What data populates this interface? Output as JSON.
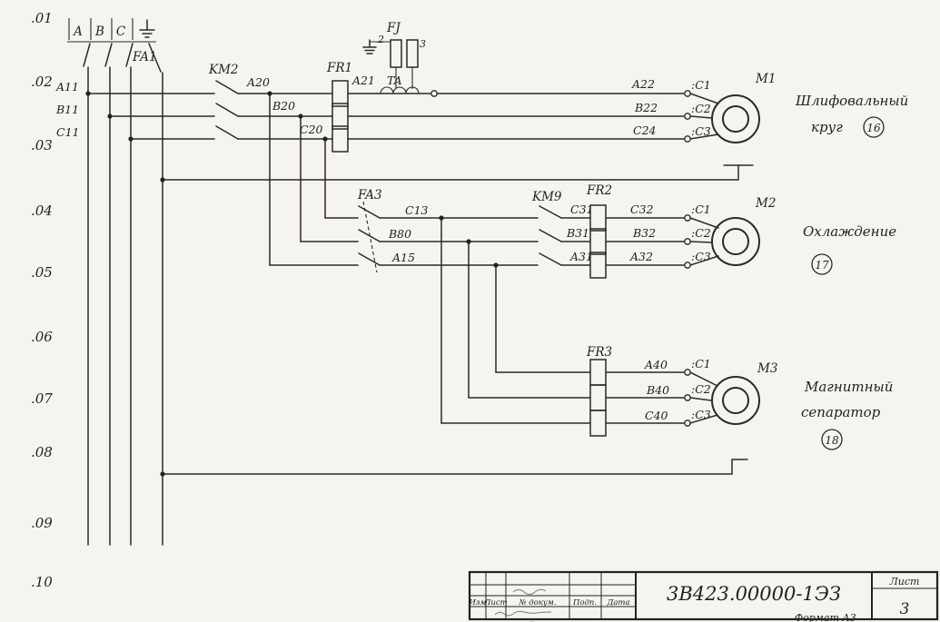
{
  "margin_rows": [
    ".01",
    ".02",
    ".03",
    ".04",
    ".05",
    ".06",
    ".07",
    ".08",
    ".09",
    ".10"
  ],
  "incoming": {
    "phase_a": "A",
    "phase_b": "B",
    "phase_c": "C",
    "breaker": "FA1"
  },
  "branch1": {
    "contactor": "KM2",
    "thermal": "FR1",
    "fuse": "FJ",
    "pin2": "2",
    "pin3": "3",
    "transformer": "TA",
    "wire_a11": "A11",
    "wire_b11": "B11",
    "wire_c11": "C11",
    "wire_a20": "A20",
    "wire_b20": "B20",
    "wire_c20": "C20",
    "wire_a21": "A21",
    "wire_a22": "A22",
    "wire_b22": "B22",
    "wire_c24": "C24",
    "motor": {
      "name": "M1",
      "t1": ":C1",
      "t2": ":C2",
      "t3": ":C3",
      "caption_line1": "Шлифовальный",
      "caption_line2": "круг",
      "badge": "16"
    }
  },
  "branch2": {
    "breaker": "FA3",
    "contactor": "KM9",
    "thermal": "FR2",
    "wire_c13": "C13",
    "wire_b80": "B80",
    "wire_a15": "A15",
    "wire_c31": "C31",
    "wire_b31": "B31",
    "wire_a31": "A31",
    "wire_c32": "C32",
    "wire_b32": "B32",
    "wire_a32": "A32",
    "motor": {
      "name": "M2",
      "t1": ":C1",
      "t2": ":C2",
      "t3": ":C3",
      "caption_line1": "Охлаждение",
      "badge": "17"
    }
  },
  "branch3": {
    "thermal": "FR3",
    "wire_a40": "A40",
    "wire_b40": "B40",
    "wire_c40": "C40",
    "motor": {
      "name": "M3",
      "t1": ":C1",
      "t2": ":C2",
      "t3": ":C3",
      "caption_line1": "Магнитный",
      "caption_line2": "сепаратор",
      "badge": "18"
    }
  },
  "title_block": {
    "doc_number": "3В423.00000-1ЭЗ",
    "sheet_word": "Лист",
    "sheet_number": "3",
    "col_izm": "Изм",
    "col_list": "Лист",
    "col_doc": "№ докум.",
    "col_podp": "Подп.",
    "col_data": "Дата",
    "footer": "Формат А3"
  }
}
